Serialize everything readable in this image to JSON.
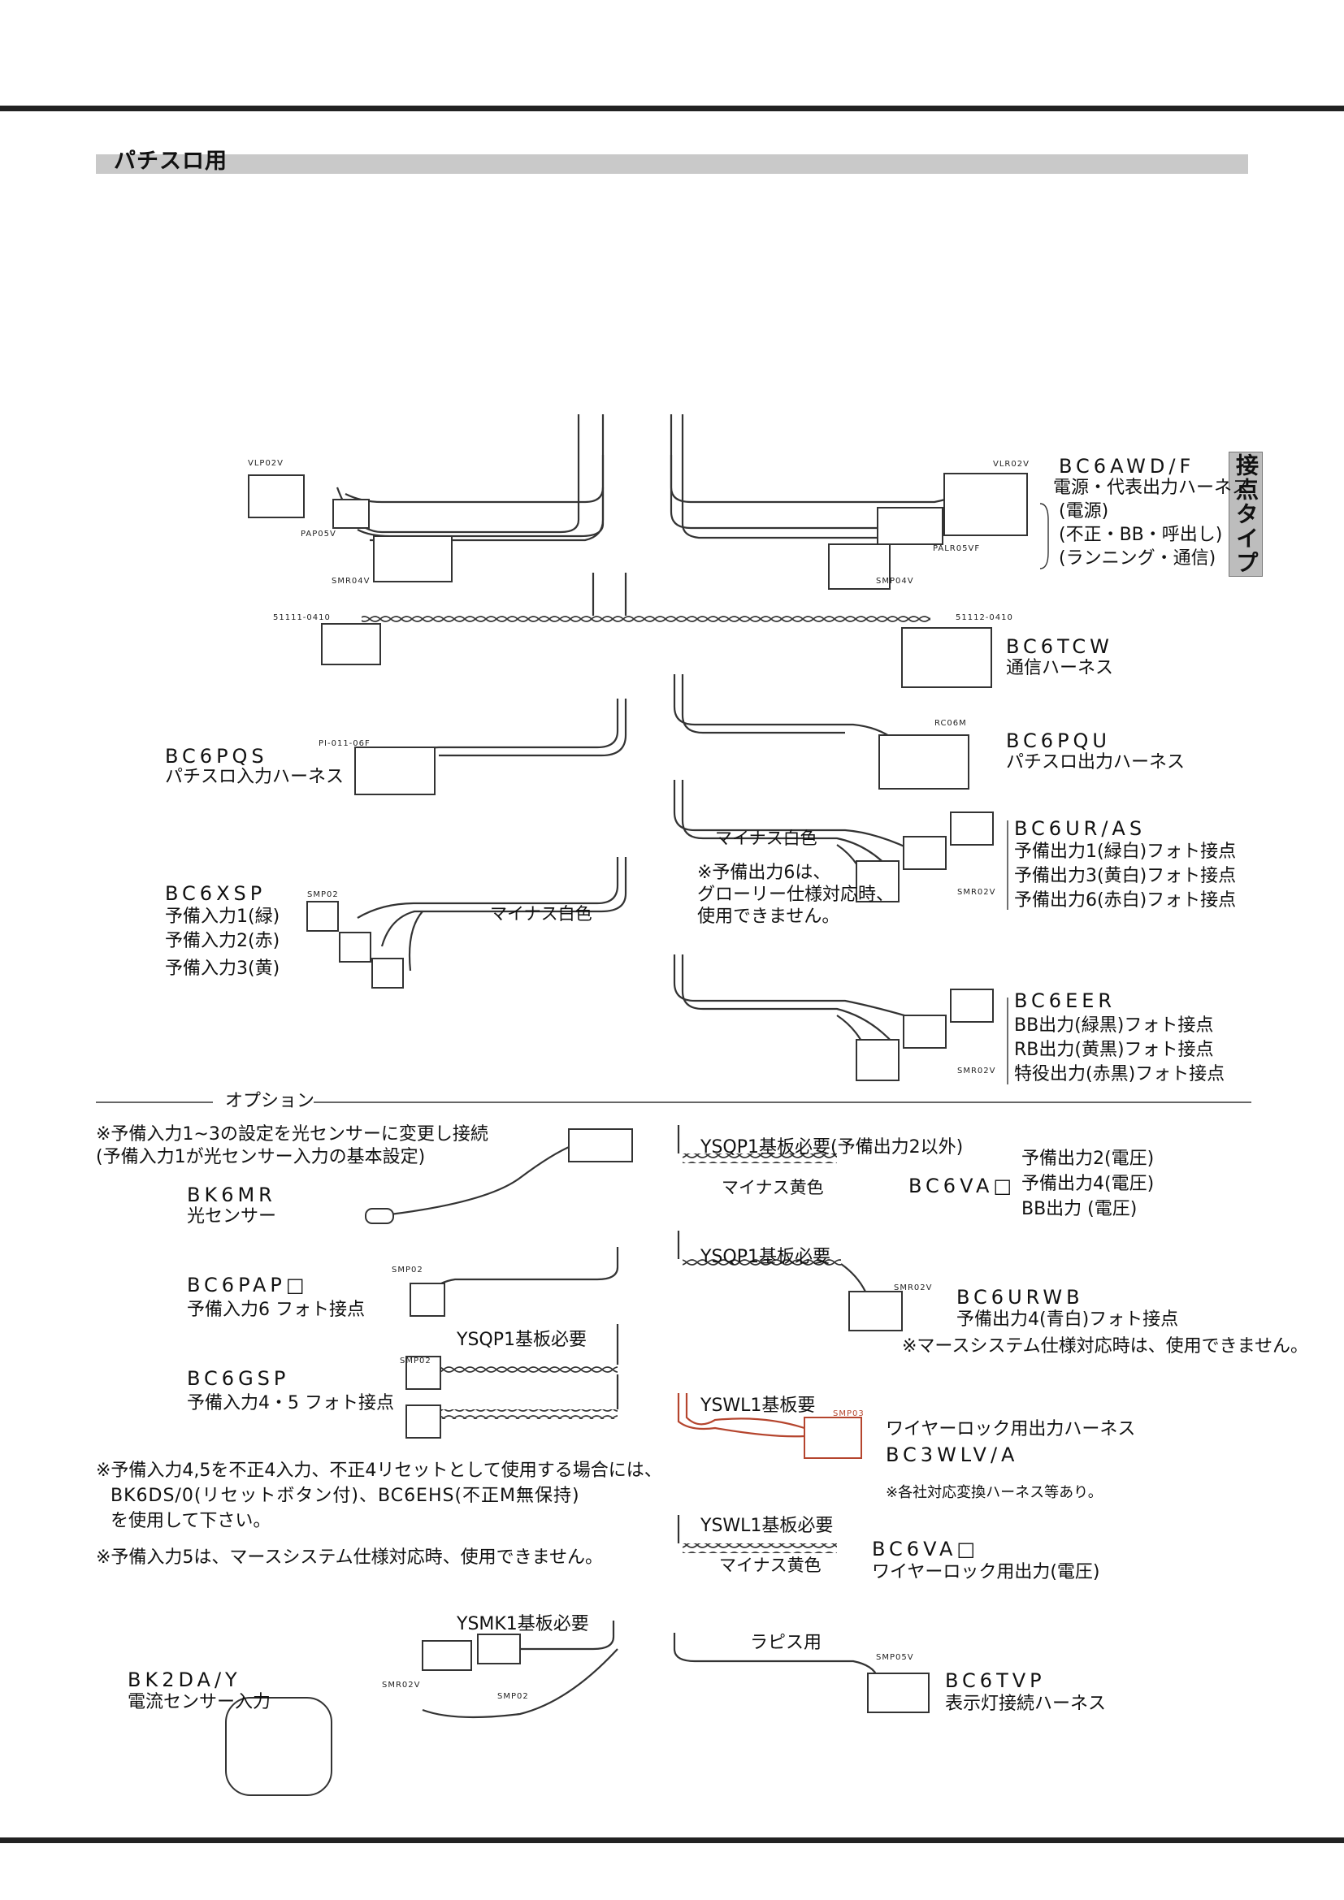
{
  "section": {
    "title": "パチスロ用"
  },
  "badge": {
    "label": "接点タイプ"
  },
  "harnesses": {
    "awd": {
      "part": "BC6AWD/F",
      "desc": "電源・代表出力ハーネス",
      "lines": [
        "(電源)",
        "(不正・BB・呼出し)",
        "(ランニング・通信)"
      ],
      "conn": [
        "VLP02V",
        "PAP05V",
        "SMR04V",
        "VLR02V",
        "PALR05VF",
        "SMP04V"
      ]
    },
    "tcw": {
      "part": "BC6TCW",
      "desc": "通信ハーネス",
      "conn": [
        "51111-0410",
        "51112-0410"
      ]
    },
    "pqs": {
      "part": "BC6PQS",
      "desc": "パチスロ入力ハーネス",
      "conn": "PI-011-06F"
    },
    "pqu": {
      "part": "BC6PQU",
      "desc": "パチスロ出力ハーネス",
      "conn": "RC06M"
    },
    "uras": {
      "part": "BC6UR/AS",
      "lines": [
        "予備出力1(緑白)フォト接点",
        "予備出力3(黄白)フォト接点",
        "予備出力6(赤白)フォト接点"
      ],
      "minus": "マイナス白色",
      "note": [
        "※予備出力6は、",
        "グローリー仕様対応時、",
        "使用できません。"
      ],
      "conn": "SMR02V"
    },
    "xsp": {
      "part": "BC6XSP",
      "lines": [
        "予備入力1(緑)",
        "予備入力2(赤)",
        "予備入力3(黄)"
      ],
      "minus": "マイナス白色",
      "conn": "SMP02"
    },
    "eer": {
      "part": "BC6EER",
      "lines": [
        "BB出力(緑黒)フォト接点",
        "RB出力(黄黒)フォト接点",
        "特役出力(赤黒)フォト接点"
      ],
      "conn": "SMR02V"
    }
  },
  "option": {
    "label": "オプション",
    "mr": {
      "note": [
        "※予備入力1~3の設定を光センサーに変更し接続",
        "(予備入力1が光センサー入力の基本設定)"
      ],
      "part": "BK6MR",
      "desc": "光センサー"
    },
    "pap": {
      "part": "BC6PAP□",
      "desc": "予備入力6 フォト接点",
      "conn": "SMP02"
    },
    "gsp": {
      "req": "YSQP1基板必要",
      "part": "BC6GSP",
      "desc": "予備入力4・5 フォト接点",
      "conn": "SMP02"
    },
    "notes": [
      "※予備入力4,5を不正4入力、不正4リセットとして使用する場合には、",
      "BK6DS/0(リセットボタン付)、BC6EHS(不正M無保持)",
      "を使用して下さい。",
      "※予備入力5は、マースシステム仕様対応時、使用できません。"
    ],
    "bk2": {
      "req": "YSMK1基板必要",
      "part": "BK2DA/Y",
      "desc": "電流センサー入力",
      "conn": [
        "SMR02V",
        "SMP02"
      ]
    },
    "va1": {
      "req": "YSQP1基板必要(予備出力2以外)",
      "minus": "マイナス黄色",
      "part": "BC6VA□",
      "lines": [
        "予備出力2(電圧)",
        "予備出力4(電圧)",
        "BB出力 (電圧)"
      ]
    },
    "urwb": {
      "req": "YSQP1基板必要",
      "part": "BC6URWB",
      "desc": "予備出力4(青白)フォト接点",
      "note": "※マースシステム仕様対応時は、使用できません。",
      "conn": "SMR02V"
    },
    "wlv": {
      "req": "YSWL1基板要",
      "conn": "SMP03",
      "desc": "ワイヤーロック用出力ハーネス",
      "part": "BC3WLV/A",
      "note": "※各社対応変換ハーネス等あり。"
    },
    "va2": {
      "req": "YSWL1基板必要",
      "minus": "マイナス黄色",
      "part": "BC6VA□",
      "desc": "ワイヤーロック用出力(電圧)"
    },
    "tvp": {
      "req": "ラピス用",
      "conn": "SMP05V",
      "part": "BC6TVP",
      "desc": "表示灯接続ハーネス"
    }
  },
  "colors": {
    "wire": "#333333",
    "highlight": "#b5452e",
    "header": "#c9c9c9"
  }
}
